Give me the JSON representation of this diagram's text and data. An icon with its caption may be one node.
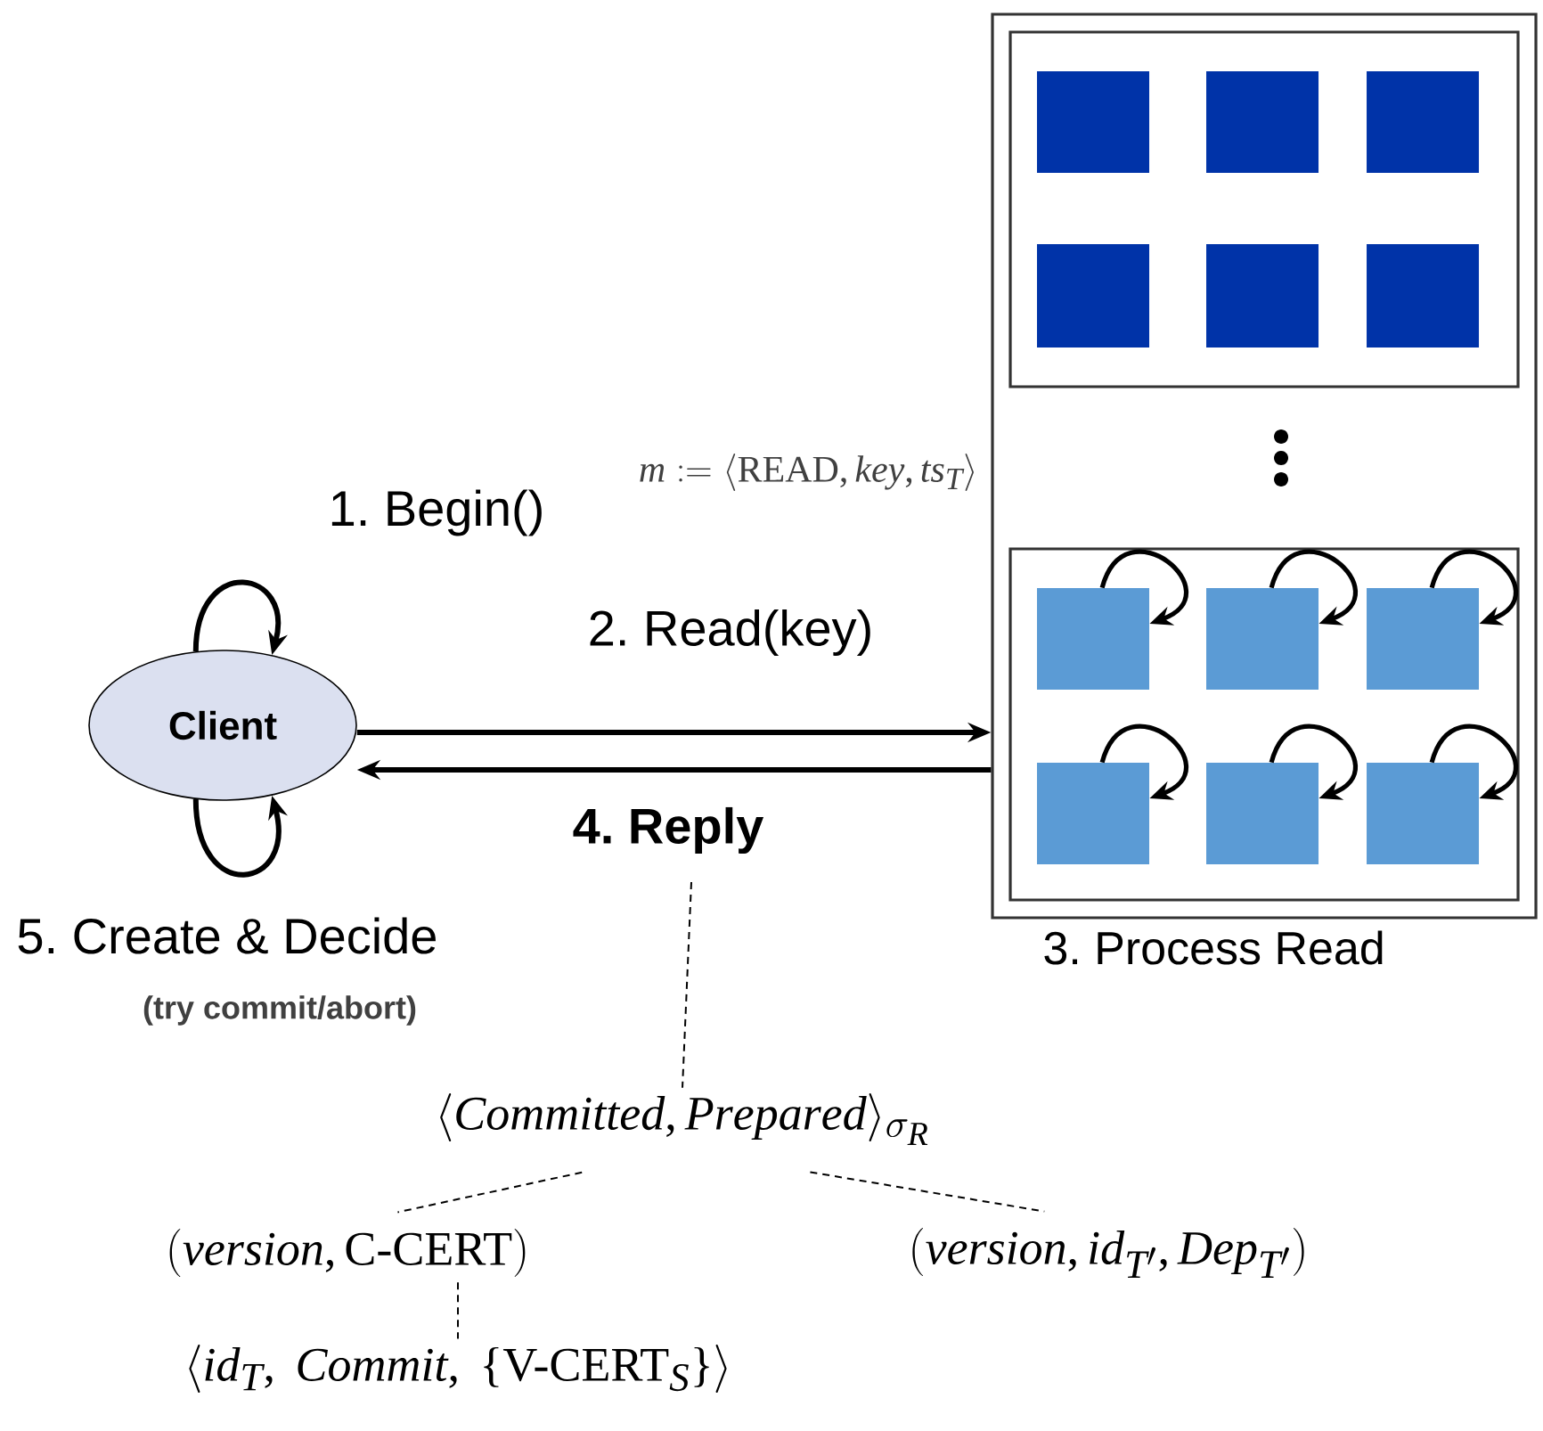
{
  "diagram": {
    "nodes": [
      {
        "text": [
          "Client"
        ]
      },
      {
        "text": [],
        "shape": "box",
        "beside": [
          "3. Process Read"
        ]
      },
      {
        "text": [],
        "shape": "box",
        "in": 1
      },
      {
        "text": [],
        "shape": "box",
        "in": 2
      },
      {
        "text": [],
        "shape": "box",
        "in": 2
      },
      {
        "text": [],
        "shape": "box",
        "in": 2
      },
      {
        "text": [],
        "shape": "box",
        "in": 2
      },
      {
        "text": [],
        "shape": "box",
        "in": 2
      },
      {
        "text": [],
        "shape": "box",
        "in": 2
      },
      {
        "text": [],
        "shape": "box",
        "in": 1
      },
      {
        "text": [],
        "shape": "box",
        "in": 9
      },
      {
        "text": [],
        "shape": "box",
        "in": 9
      },
      {
        "text": [],
        "shape": "box",
        "in": 9
      },
      {
        "text": [],
        "shape": "box",
        "in": 9
      },
      {
        "text": [],
        "shape": "box",
        "in": 9
      },
      {
        "text": [],
        "shape": "box",
        "in": 9
      },
      {
        "text": [
          "\\langle \\mathit{Committed}, \\mathit{Prepared}\\rangle_{\\sigma_R}"
        ]
      },
      {
        "text": [
          "(\\mathit{version}, \\textrm{C-CERT})"
        ]
      },
      {
        "text": [
          "(\\mathit{version}, \\mathit{id}_{T'}, \\mathit{Dep}_{T'})"
        ]
      },
      {
        "text": [
          "\\langle \\mathit{id}_T,\\ \\mathit{Commit},\\ \\{\\textrm{V-CERT}_S\\}\\rangle"
        ]
      }
    ],
    "edges": [
      {
        "from": 0,
        "to": 0,
        "arrow": "to",
        "label": "1. Begin()"
      },
      {
        "from": 0,
        "to": 0,
        "arrow": "to",
        "label": "5. Create & Decide"
      },
      {
        "from": 0,
        "to": 1,
        "arrow": "to",
        "label": "2. Read(key)"
      },
      {
        "from": 1,
        "to": 0,
        "arrow": "to",
        "label": "4. Reply"
      },
      {
        "from": 10,
        "to": 10,
        "arrow": "to"
      },
      {
        "from": 11,
        "to": 11,
        "arrow": "to"
      },
      {
        "from": 12,
        "to": 12,
        "arrow": "to"
      },
      {
        "from": 13,
        "to": 13,
        "arrow": "to"
      },
      {
        "from": 14,
        "to": 14,
        "arrow": "to"
      },
      {
        "from": 15,
        "to": 15,
        "arrow": "to"
      },
      {
        "from": null,
        "to": 16,
        "arrow": "none",
        "style": "dashed"
      },
      {
        "from": 16,
        "to": 17,
        "arrow": "none",
        "style": "dashed"
      },
      {
        "from": 16,
        "to": 18,
        "arrow": "none",
        "style": "dashed"
      },
      {
        "from": 17,
        "to": 19,
        "arrow": "none",
        "style": "dashed"
      }
    ],
    "labels": [
      "\\mathit{m} := \\langle \\mathrm{READ}, \\mathit{key}, \\mathit{ts}_T\\rangle",
      "(try commit/abort)"
    ]
  }
}
